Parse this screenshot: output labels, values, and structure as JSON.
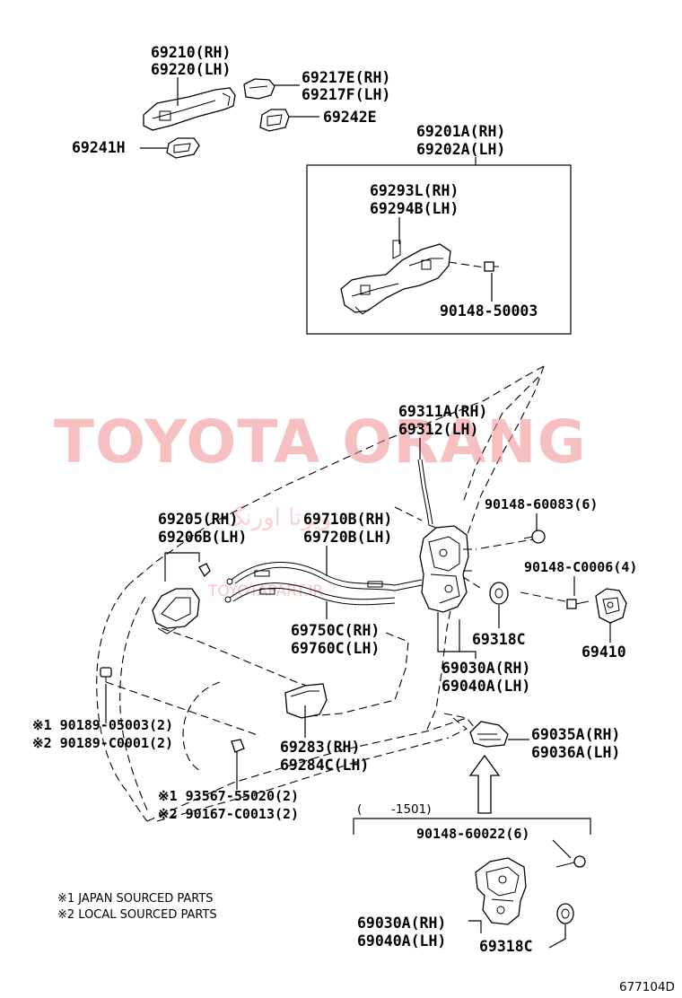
{
  "watermark": {
    "main": "TOYOTA ORANG",
    "arabic": "تویوتا اورنگ",
    "url": "TOYOTAPART.IR"
  },
  "labels": {
    "p69210_rh": "69210(RH)",
    "p69220_lh": "69220(LH)",
    "p69217e_rh": "69217E(RH)",
    "p69217f_lh": "69217F(LH)",
    "p69242e": "69242E",
    "p69241h": "69241H",
    "p69201a_rh": "69201A(RH)",
    "p69202a_lh": "69202A(LH)",
    "p69293l_rh": "69293L(RH)",
    "p69294b_lh": "69294B(LH)",
    "p90148_50003": "90148-50003",
    "p69311a_rh": "69311A(RH)",
    "p69312_lh": "69312(LH)",
    "p90148_60083": "90148-60083(6)",
    "p69205_rh": "69205(RH)",
    "p69206b_lh": "69206B(LH)",
    "p69710b_rh": "69710B(RH)",
    "p69720b_lh": "69720B(LH)",
    "p90148_c0006": "90148-C0006(4)",
    "p69410": "69410",
    "p69318c": "69318C",
    "p69750c_rh": "69750C(RH)",
    "p69760c_lh": "69760C(LH)",
    "p69030a_rh": "69030A(RH)",
    "p69040a_lh": "69040A(LH)",
    "p90189_05003": "※1 90189-05003(2)",
    "p90189_c0001": "※2 90189-C0001(2)",
    "p69283_rh": "69283(RH)",
    "p69284c_lh": "69284C(LH)",
    "p69035a_rh": "69035A(RH)",
    "p69036a_lh": "69036A(LH)",
    "p93567_55020": "※1 93567-55020(2)",
    "p90167_c0013": "※2 90167-C0013(2)",
    "range_open": "(",
    "range_end": "-1501)",
    "p90148_60022": "90148-60022(6)",
    "p69030a_rh_b": "69030A(RH)",
    "p69040a_lh_b": "69040A(LH)",
    "p69318c_b": "69318C"
  },
  "notes": {
    "japan": "※1 JAPAN SOURCED PARTS",
    "local": "※2 LOCAL SOURCED PARTS"
  },
  "diagram_code": "677104D"
}
